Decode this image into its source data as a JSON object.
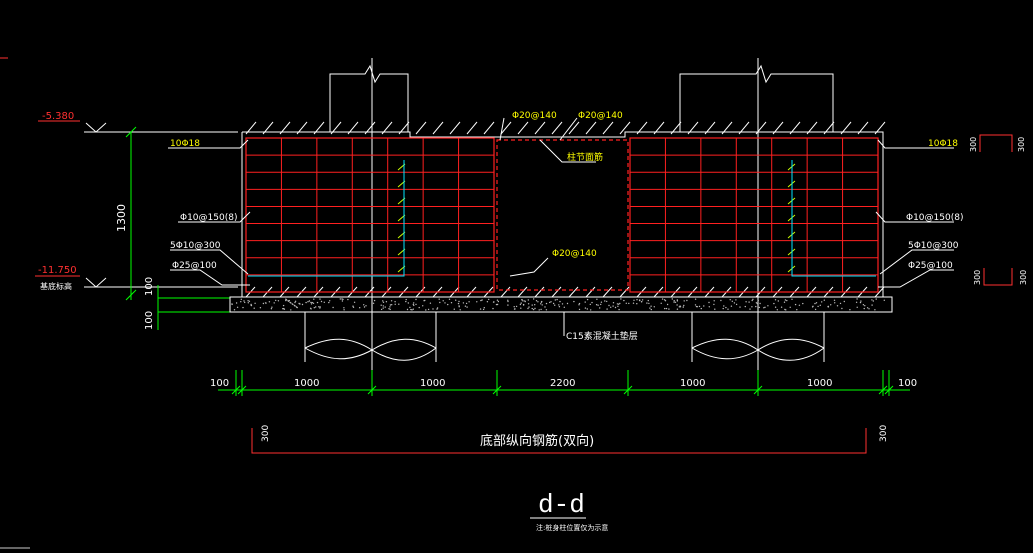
{
  "drawing": {
    "levels": {
      "top": "-5.380",
      "bottom": "-11.750",
      "bottom_note": "基底标高"
    },
    "dimensions": {
      "height_total": "1300",
      "base_100_a": "100",
      "base_100_b": "100",
      "span_left_margin": "100",
      "span_1": "1000",
      "span_2": "1000",
      "span_3": "2200",
      "span_4": "1000",
      "span_5": "1000",
      "span_right_margin": "100",
      "side_300_top_right_1": "300",
      "side_300_top_right_2": "300",
      "side_300_bottom_right_1": "300",
      "side_300_bottom_right_2": "300",
      "bottom_bar_left": "300",
      "bottom_bar_right": "300"
    },
    "rebar_labels": {
      "left_top": "10Φ18",
      "right_top": "10Φ18",
      "left_mid": "Φ10@150(8)",
      "right_mid": "Φ10@150(8)",
      "left_lower": "5Φ10@300",
      "right_lower": "5Φ10@300",
      "left_bottom": "Φ25@100",
      "right_bottom": "Φ25@100",
      "top_center_1": "Φ20@140",
      "top_center_2": "Φ20@140",
      "center_low": "Φ20@140",
      "center_note": "柱节面筋"
    },
    "cushion_label": "C15素混凝土垫层",
    "bottom_bar_caption": "底部纵向钢筋(双向)",
    "section_title": "d-d",
    "footnote": "注:桩身柱位置仅为示意"
  }
}
